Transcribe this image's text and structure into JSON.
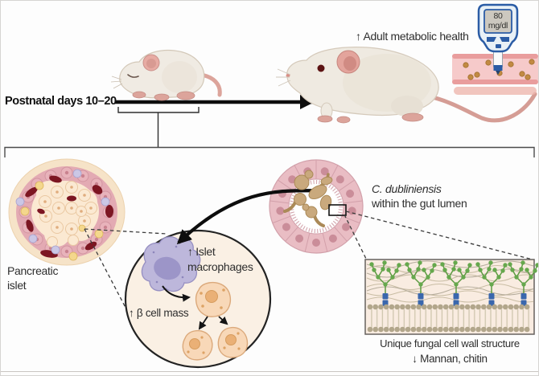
{
  "timeline": {
    "postnatal_label": "Postnatal days 10–20",
    "adult_health_label": "↑ Adult metabolic health"
  },
  "glucose_meter": {
    "value": "80",
    "unit": "mg/dl"
  },
  "pancreatic_islet": {
    "label_line1": "Pancreatic",
    "label_line2": "islet"
  },
  "islet_zoom": {
    "macrophages_line1": "↑ Islet",
    "macrophages_line2": "macrophages",
    "beta_mass_label": "↑ β cell mass"
  },
  "gut_lumen": {
    "species": "C. dubliniensis",
    "location": "within the gut lumen"
  },
  "fungal_cell_wall": {
    "title": "Unique fungal cell wall structure",
    "reduced_components": "↓ Mannan, chitin"
  },
  "colors": {
    "epithelium_pink": "#e9bdc4",
    "fungus_tan": "#c9a97d",
    "mannan_green": "#66a84d",
    "chitin_blue": "#3a67ad",
    "meter_blue": "#2b5ca5",
    "vessel_pink": "#f6caca",
    "islet_dark_red": "#7c1622",
    "macrophage_purple": "#bcb6da",
    "beta_cell_peach": "#f8d8b8"
  }
}
